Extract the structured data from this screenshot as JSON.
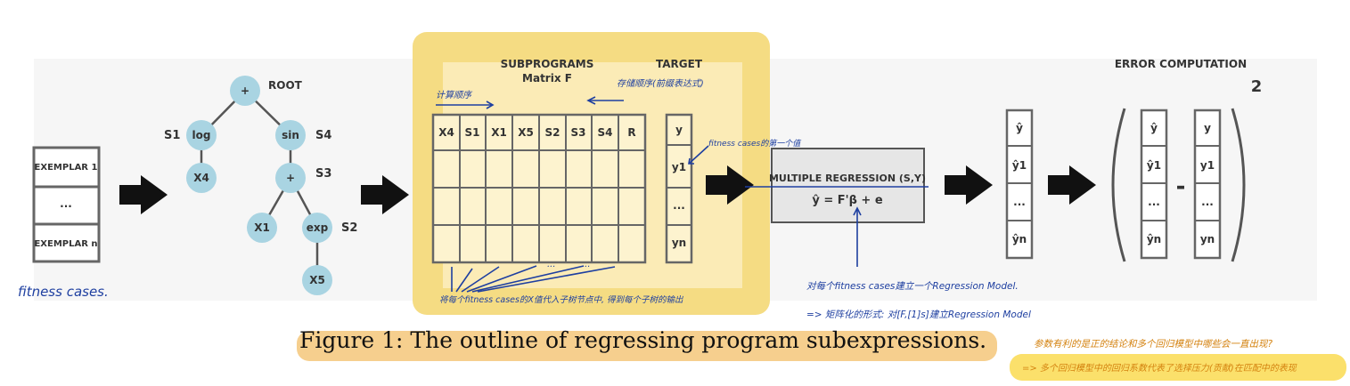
{
  "exemplars": {
    "top": "EXEMPLAR 1",
    "mid": "...",
    "bottom": "EXEMPLAR n"
  },
  "tree": {
    "root_label": "ROOT",
    "nodes": {
      "plus_root": "+",
      "log": "log",
      "x4": "X4",
      "sin": "sin",
      "plus2": "+",
      "x1": "X1",
      "exp": "exp",
      "x5": "X5"
    },
    "subtree_labels": {
      "s1": "S1",
      "s2": "S2",
      "s3": "S3",
      "s4": "S4"
    }
  },
  "matrix": {
    "title": "SUBPROGRAMS",
    "subtitle": "Matrix F",
    "columns": [
      "X4",
      "S1",
      "X1",
      "X5",
      "S2",
      "S3",
      "S4",
      "R"
    ],
    "dots_a": "...",
    "dots_b": "..."
  },
  "target": {
    "title": "TARGET",
    "cells": [
      "y",
      "y1",
      "...",
      "yn"
    ]
  },
  "regression": {
    "title": "MULTIPLE REGRESSION (S,Y)",
    "equation": "ŷ = F'β + e"
  },
  "predictions": {
    "cells": [
      "ŷ",
      "ŷ1",
      "...",
      "ŷn"
    ]
  },
  "error": {
    "title": "ERROR COMPUTATION",
    "exponent": "2",
    "minus": "-",
    "left_cells": [
      "ŷ",
      "ŷ1",
      "...",
      "ŷn"
    ],
    "right_cells": [
      "y",
      "y1",
      "...",
      "yn"
    ]
  },
  "annotations": {
    "fitness_cases": "fitness cases.",
    "compute_order": "计算顺序",
    "storage_order": "存储顺序(前缀表达式)",
    "first_value": "fitness cases的第一个值",
    "substitute": "将每个fitness cases的X值代入子树节点中, 得到每个子树的输出",
    "per_case_model": "对每个fitness cases建立一个Regression Model.",
    "matrix_form": "=> 矩阵化的形式: 对[F,[1]s]建立Regression Model",
    "question": "参数有利的是正的结论和多个回归模型中哪些会一直出现?",
    "relation": "=> 多个回归模型中的回归系数代表了选择压力(贡献)在匹配中的表现"
  },
  "caption": "Figure 1: The outline of regressing program subexpressions."
}
